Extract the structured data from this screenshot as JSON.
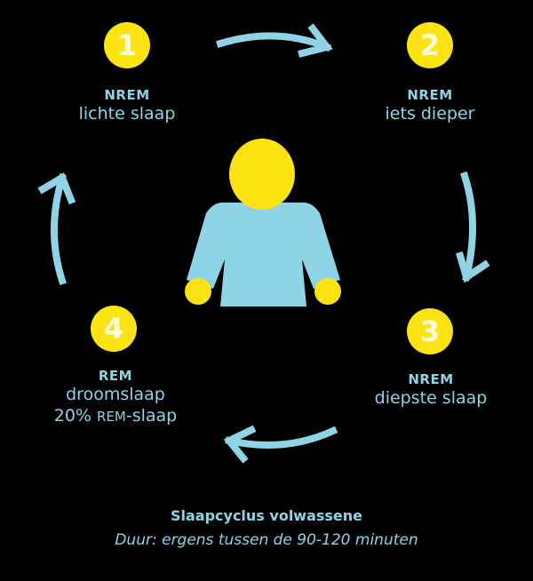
{
  "diagram": {
    "title": "Slaapcyclus volwassene",
    "subtitle": "Duur: ergens tussen de 90-120 minuten",
    "colors": {
      "background": "#000000",
      "accent_yellow": "#fde311",
      "accent_blue": "#8fd3e6"
    },
    "stages": [
      {
        "number": "1",
        "type": "NREM",
        "description": "lichte slaap"
      },
      {
        "number": "2",
        "type": "NREM",
        "description": "iets dieper"
      },
      {
        "number": "3",
        "type": "NREM",
        "description": "diepste slaap"
      },
      {
        "number": "4",
        "type": "REM",
        "description": "droomslaap",
        "extra_prefix": "20%",
        "extra_smallcaps": "REM",
        "extra_suffix": "-slaap"
      }
    ],
    "center_icon": "person-icon",
    "arrows": [
      "arrow-1-to-2",
      "arrow-2-to-3",
      "arrow-3-to-4",
      "arrow-4-to-1"
    ]
  }
}
